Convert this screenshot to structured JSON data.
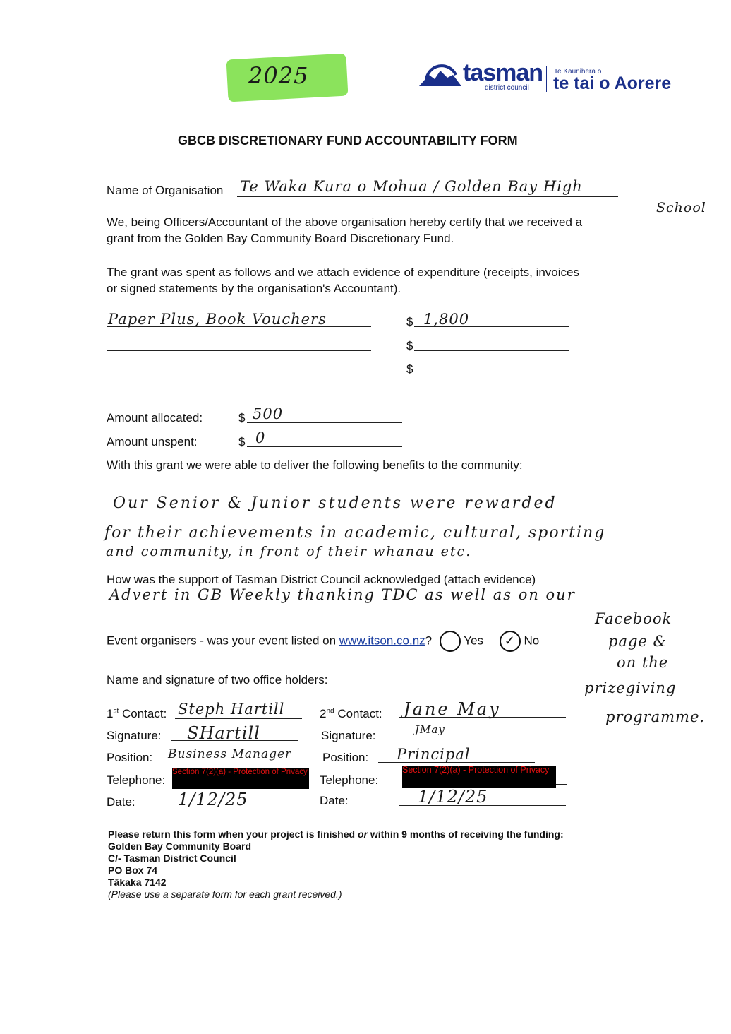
{
  "stamp": {
    "year": "2025",
    "color": "#7ee04a"
  },
  "logo": {
    "name": "tasman",
    "sub": "district council",
    "maori_small": "Te Kaunihera o",
    "maori_large": "te tai o Aorere",
    "color": "#1a2f8a"
  },
  "title": "GBCB DISCRETIONARY FUND ACCOUNTABILITY FORM",
  "org": {
    "label": "Name of Organisation",
    "value_line1": "Te Waka Kura o Mohua / Golden Bay High",
    "value_line2": "School"
  },
  "certify_text_1": "We, being Officers/Accountant of the above organisation hereby certify that we received a",
  "certify_text_2": "grant from the Golden Bay Community Board Discretionary Fund.",
  "spent_text_1": "The grant was spent as follows and we attach evidence of expenditure (receipts, invoices",
  "spent_text_2": "or signed statements by the organisation's Accountant).",
  "expenses": [
    {
      "item": "Paper Plus, Book Vouchers",
      "currency": "$",
      "amount": "1,800"
    },
    {
      "item": "",
      "currency": "$",
      "amount": ""
    },
    {
      "item": "",
      "currency": "$",
      "amount": ""
    }
  ],
  "allocated": {
    "label": "Amount allocated:",
    "currency": "$",
    "value": "500"
  },
  "unspent": {
    "label": "Amount unspent:",
    "currency": "$",
    "value": "0"
  },
  "benefits": {
    "label": "With this grant we were able to deliver the following benefits to the community:",
    "line1": "Our Senior & Junior students were rewarded",
    "line2": "for their achievements in academic, cultural, sporting",
    "line3": "and community, in front of their whanau etc."
  },
  "acknowledge": {
    "label": "How was the support of Tasman District Council acknowledged (attach evidence)",
    "line1": "Advert in GB Weekly thanking TDC as well as on our",
    "margin": [
      "Facebook",
      "page &",
      "on the",
      "prizegiving",
      "programme."
    ]
  },
  "event": {
    "label": "Event organisers - was your event listed on ",
    "link": "www.itson.co.nz",
    "q": "?",
    "yes": "Yes",
    "no": "No",
    "selected": "No"
  },
  "holders_label": "Name and signature of two office holders:",
  "contact1": {
    "label": "Contact:",
    "ord": "1",
    "sup": "st",
    "name": "Steph Hartill",
    "sig_label": "Signature:",
    "signature": "SHartill",
    "pos_label": "Position:",
    "position": "Business Manager",
    "tel_label": "Telephone:",
    "redaction": "Section 7(2)(a) - Protection of Privacy",
    "date_label": "Date:",
    "date": "1/12/25"
  },
  "contact2": {
    "label": "Contact:",
    "ord": "2",
    "sup": "nd",
    "name": "Jane May",
    "sig_label": "Signature:",
    "signature": "JMay",
    "pos_label": "Position:",
    "position": "Principal",
    "tel_label": "Telephone:",
    "redaction": "Section 7(2)(a) - Protection of Privacy",
    "date_label": "Date:",
    "date": "1/12/25"
  },
  "footer": {
    "line1a": "Please return this form when your project is finished ",
    "line1b": "or",
    "line1c": " within 9 months of receiving the funding:",
    "line2": "Golden Bay Community Board",
    "line3": "C/- Tasman District Council",
    "line4": "PO Box 74",
    "line5": "Tākaka 7142",
    "line6": "(Please use a separate form for each grant received.)"
  }
}
